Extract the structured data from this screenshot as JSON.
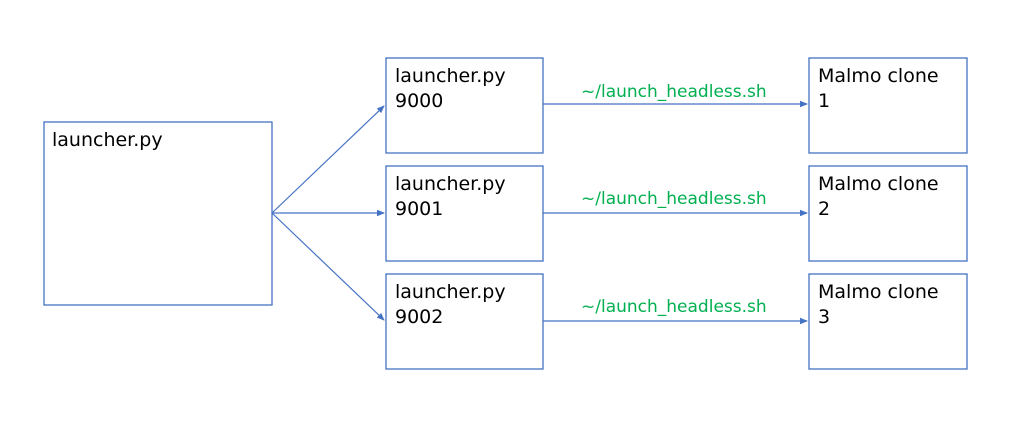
{
  "colors": {
    "box_stroke": "#4472C4",
    "arrow": "#4472C4",
    "label_green": "#00B050",
    "text": "#000000"
  },
  "root": {
    "line1": "launcher.py"
  },
  "launchers": [
    {
      "line1": "launcher.py",
      "line2": "9000"
    },
    {
      "line1": "launcher.py",
      "line2": "9001"
    },
    {
      "line1": "launcher.py",
      "line2": "9002"
    }
  ],
  "clones": [
    {
      "line1": "Malmo clone",
      "line2": "1"
    },
    {
      "line1": "Malmo clone",
      "line2": "2"
    },
    {
      "line1": "Malmo clone",
      "line2": "3"
    }
  ],
  "edge_labels": [
    "~/launch_headless.sh",
    "~/launch_headless.sh",
    "~/launch_headless.sh"
  ]
}
